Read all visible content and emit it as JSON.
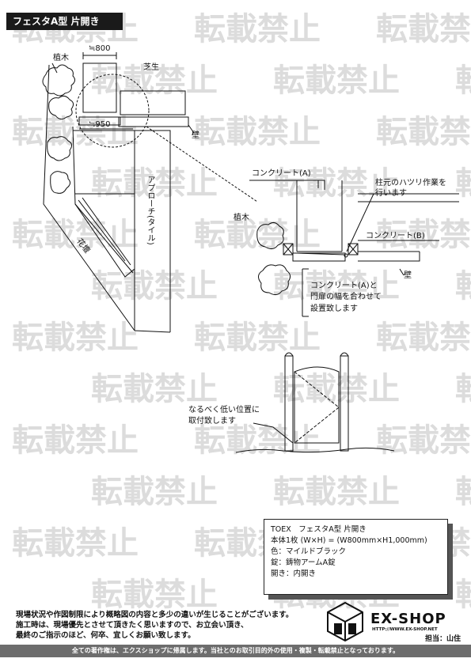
{
  "title": "フェスタA型 片開き",
  "watermark_text": "転載禁止",
  "plan": {
    "dim_800": "≒800",
    "dim_950": "≒950",
    "planting_top": "植木",
    "lawn": "芝生",
    "wall": "壁",
    "approach": "アプローチ(タイル)",
    "flowerbed": "花壇"
  },
  "detail": {
    "concrete_a": "コンクリート(A)",
    "chipping_note": [
      "柱元のハツリ作業を",
      "行います"
    ],
    "planting": "植木",
    "concrete_b": "コンクリート(B)",
    "wall": "壁",
    "align_note": [
      "コンクリート(A)と",
      "門扉の幅を合わせて",
      "設置致します"
    ]
  },
  "elevation": {
    "low_position_note": [
      "なるべく低い位置に",
      "取付致します"
    ]
  },
  "spec": {
    "product": "TOEX　フェスタA型 片開き",
    "body": "本体1枚 (W×H) = (W800mm×H1,000mm)",
    "color": "色：マイルドブラック",
    "lock": "錠：鋳物アームA錠",
    "opening": "開き：内開き"
  },
  "notes": [
    "現場状況や作図制限により概略図の内容と多少の違いが生じることがございます。",
    "施工時は、現場優先とさせて頂きたく思いますので、お立会い頂き、",
    "最終のご指示のほど、何卒、宜しくお願い致します。"
  ],
  "brand": {
    "name": "EX-SHOP",
    "url": "HTTP://WWW.EX-SHOP.NET",
    "staff": "担当：山住"
  },
  "footer": "全ての著作権は、エクスショップに帰属します。当社とのお取引目的外の使用・複製・転載禁止となっております。"
}
